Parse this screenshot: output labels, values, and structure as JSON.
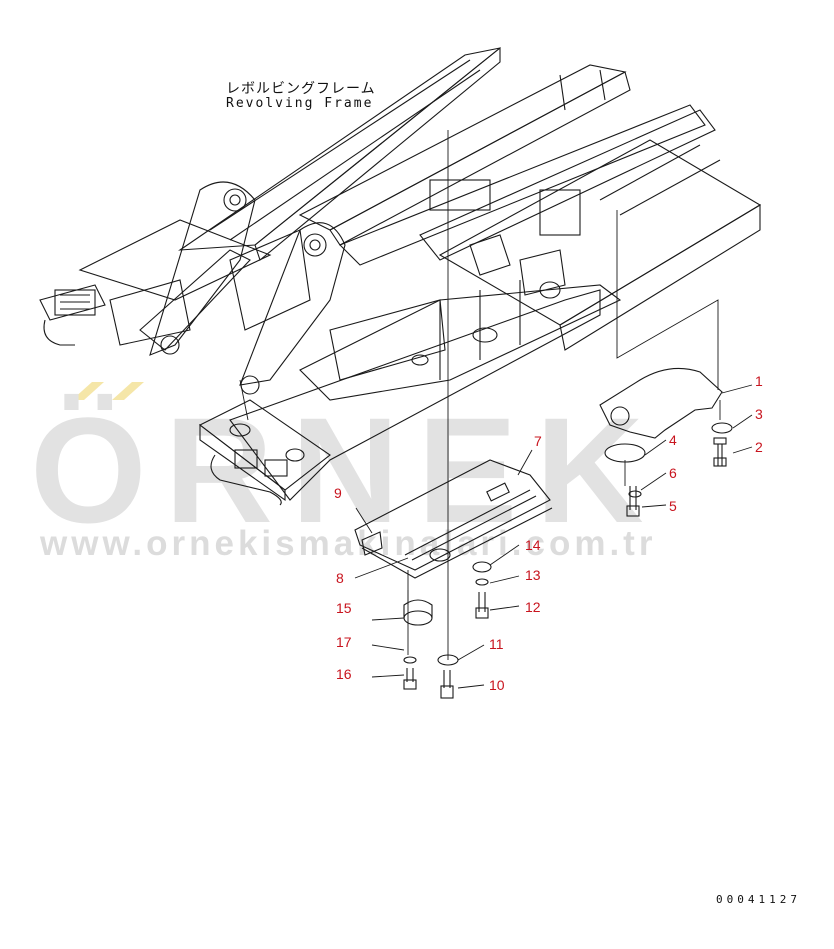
{
  "frame_label": {
    "japanese": "レボルビングフレーム",
    "english": "Revolving Frame"
  },
  "watermark": {
    "word": "ÖRNEK",
    "url": "www.ornekismakinalari.com.tr",
    "accent_color": "#f5e6a8",
    "text_color": "#e2e2e2"
  },
  "drawing_code": "00041127",
  "callout_color": "#c8141e",
  "callouts": [
    "1",
    "2",
    "3",
    "4",
    "5",
    "6",
    "7",
    "8",
    "9",
    "10",
    "11",
    "12",
    "13",
    "14",
    "15",
    "16",
    "17"
  ]
}
